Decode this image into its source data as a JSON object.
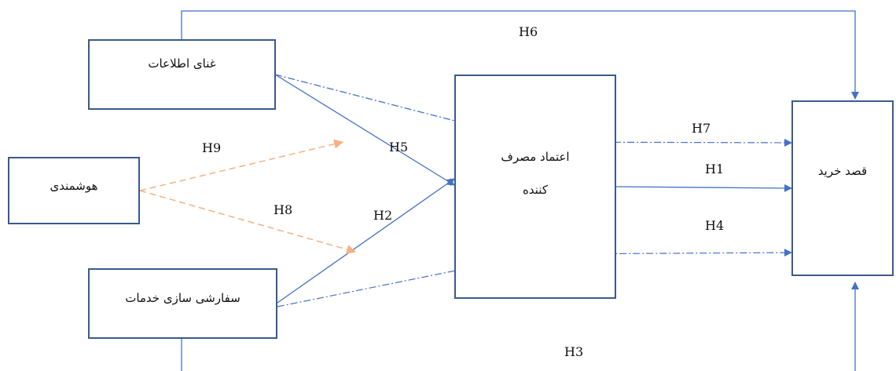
{
  "diagram": {
    "boxes": {
      "information_richness": "غنای اطلاعات",
      "intelligence": "هوشمندی",
      "service_customization": "سفارشی سازی خدمات",
      "consumer_trust_line1": "اعتماد مصرف",
      "consumer_trust_line2": "کننده",
      "purchase_intention": "قصد خرید"
    },
    "hypotheses": {
      "h1": "H1",
      "h2": "H2",
      "h3": "H3",
      "h4": "H4",
      "h5": "H5",
      "h6": "H6",
      "h7": "H7",
      "h8": "H8",
      "h9": "H9"
    },
    "colors": {
      "solid_path": "#4472c4",
      "dashdot_path": "#4472c4",
      "moderator_path": "#f4b183",
      "box_border": "#3a5a8c"
    }
  }
}
